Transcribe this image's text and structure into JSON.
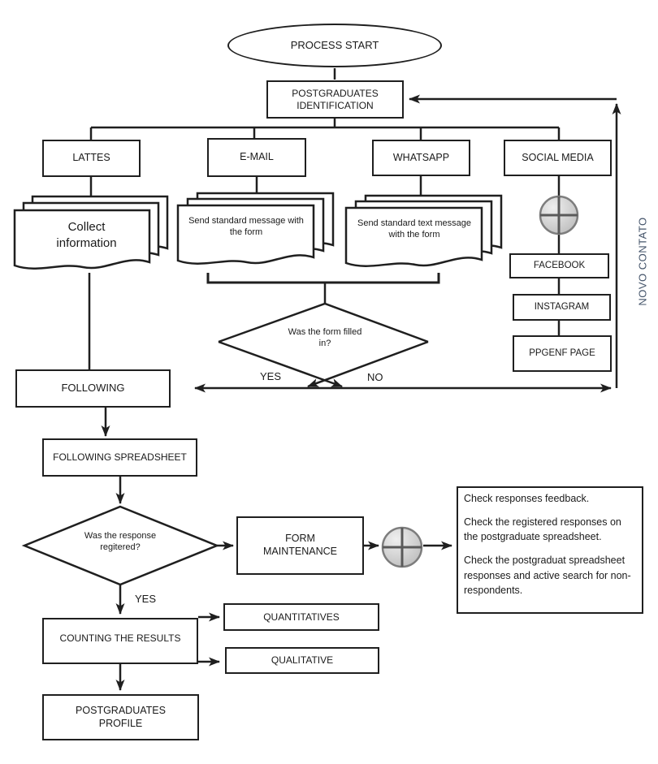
{
  "colors": {
    "line_stroke": "#1f1f1f",
    "box_fill": "#ffffff",
    "junction_fill_light": "#efefef",
    "junction_fill_dark": "#bdbdbd",
    "junction_border": "#7d7d7d",
    "junction_cross": "#5a5a5a",
    "feedback_label_color": "#44546a"
  },
  "flow": {
    "start": {
      "label": "PROCESS START"
    },
    "identification": {
      "label": "POSTGRADUATES IDENTIFICATION"
    },
    "channels": [
      {
        "label": "LATTES"
      },
      {
        "label": "E-MAIL"
      },
      {
        "label": "WHATSAPP"
      },
      {
        "label": "SOCIAL MEDIA"
      }
    ],
    "documents": {
      "lattes": {
        "label": "Collect information"
      },
      "email": {
        "label": "Send standard message with the form"
      },
      "whatsapp": {
        "label": "Send standard text message with the form"
      }
    },
    "social_pages": [
      {
        "label": "FACEBOOK"
      },
      {
        "label": "INSTAGRAM"
      },
      {
        "label": "PPGENF PAGE"
      }
    ],
    "decision_form": {
      "label": "Was the form filled in?",
      "yes": "YES",
      "no": "NO"
    },
    "feedback_label": "NOVO CONTATO",
    "following": {
      "label": "FOLLOWING"
    },
    "following_spreadsheet": {
      "label": "FOLLOWING SPREADSHEET"
    },
    "decision_response": {
      "label": "Was the response regitered?",
      "yes": "YES"
    },
    "form_maintenance": {
      "label": "FORM MAINTENANCE"
    },
    "notes": {
      "paragraphs": [
        "Check responses feedback.",
        "Check the registered responses on the postgraduate spreadsheet.",
        "Check the postgraduat spreadsheet responses and active search for non-respondents."
      ]
    },
    "counting": {
      "label": "COUNTING THE RESULTS"
    },
    "outputs": [
      {
        "label": "QUANTITATIVES"
      },
      {
        "label": "QUALITATIVE"
      }
    ],
    "profile": {
      "label": "POSTGRADUATES PROFILE"
    }
  }
}
